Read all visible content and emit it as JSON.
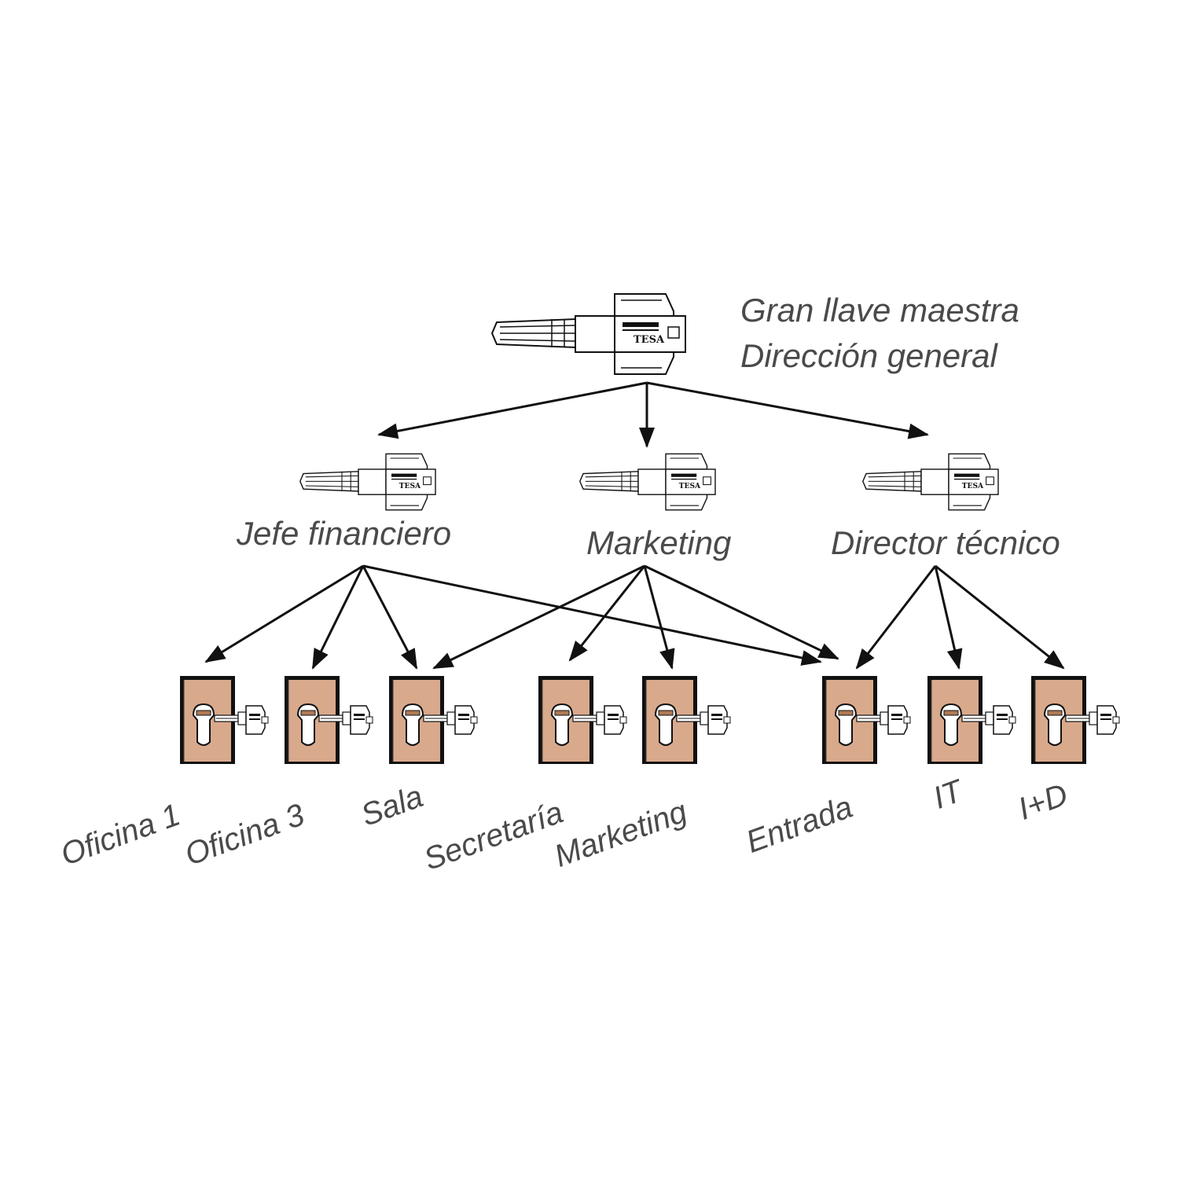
{
  "master_key": {
    "title": "Gran llave maestra",
    "subtitle": "Dirección general",
    "brand": "TESA"
  },
  "group_keys": [
    {
      "id": "jefe",
      "label": "Jefe financiero",
      "brand": "TESA"
    },
    {
      "id": "marketing",
      "label": "Marketing",
      "brand": "TESA"
    },
    {
      "id": "director",
      "label": "Director técnico",
      "brand": "TESA"
    }
  ],
  "doors": [
    {
      "id": "oficina1",
      "label": "Oficina 1"
    },
    {
      "id": "oficina3",
      "label": "Oficina 3"
    },
    {
      "id": "sala",
      "label": "Sala"
    },
    {
      "id": "secretaria",
      "label": "Secretaría"
    },
    {
      "id": "marketing_door",
      "label": "Marketing"
    },
    {
      "id": "entrada",
      "label": "Entrada"
    },
    {
      "id": "it",
      "label": "IT"
    },
    {
      "id": "imasd",
      "label": "I+D"
    }
  ],
  "edges": [
    {
      "from": "master",
      "to": "jefe"
    },
    {
      "from": "master",
      "to": "marketing"
    },
    {
      "from": "master",
      "to": "director"
    },
    {
      "from": "jefe",
      "to": "oficina1"
    },
    {
      "from": "jefe",
      "to": "oficina3"
    },
    {
      "from": "jefe",
      "to": "sala"
    },
    {
      "from": "jefe",
      "to": "entrada"
    },
    {
      "from": "marketing",
      "to": "sala"
    },
    {
      "from": "marketing",
      "to": "secretaria"
    },
    {
      "from": "marketing",
      "to": "marketing_door"
    },
    {
      "from": "marketing",
      "to": "entrada"
    },
    {
      "from": "director",
      "to": "entrada"
    },
    {
      "from": "director",
      "to": "it"
    },
    {
      "from": "director",
      "to": "imasd"
    }
  ],
  "colors": {
    "door_fill": "#d9a98c",
    "stroke": "#111111",
    "text": "#4a4a4a"
  }
}
